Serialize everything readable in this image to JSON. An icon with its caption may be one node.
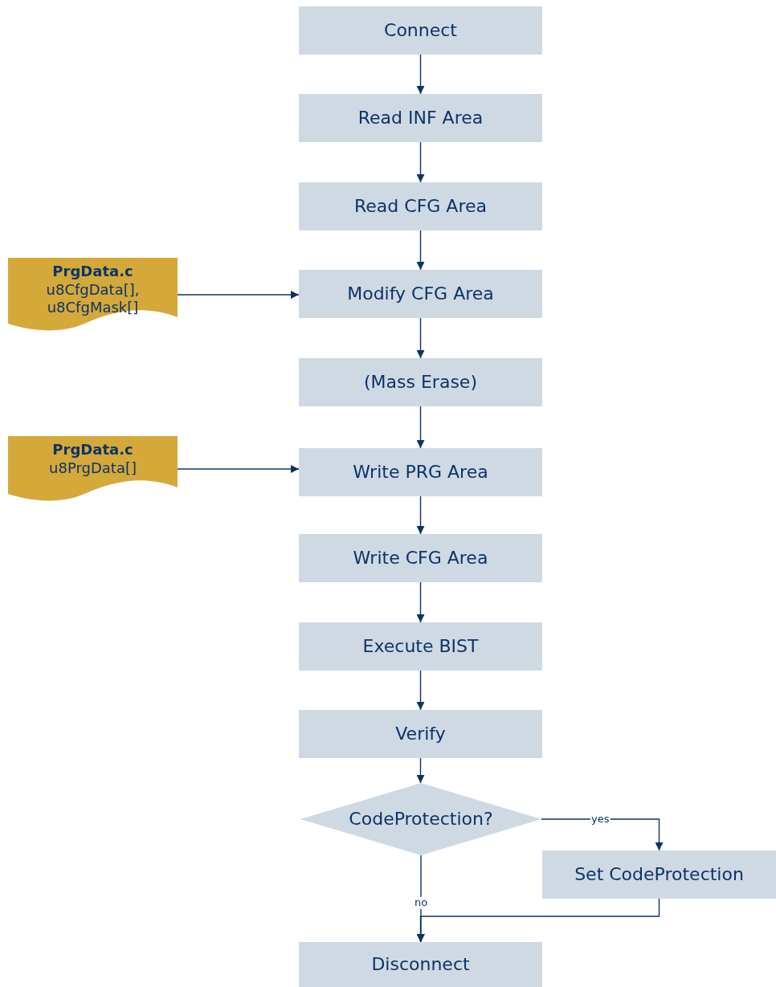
{
  "diagram": {
    "nodes": [
      {
        "text": [
          "Connect"
        ]
      },
      {
        "text": [
          "Read INF Area"
        ]
      },
      {
        "text": [
          "Read CFG Area"
        ]
      },
      {
        "text": [
          "PrgData.c",
          "u8CfgData[], u8CfgMask[]"
        ]
      },
      {
        "text": [
          "Modify CFG Area"
        ]
      },
      {
        "text": [
          "(Mass Erase)"
        ]
      },
      {
        "text": [
          "PrgData.c",
          "u8PrgData[]"
        ]
      },
      {
        "text": [
          "Write PRG Area"
        ]
      },
      {
        "text": [
          "Write CFG Area"
        ]
      },
      {
        "text": [
          "Execute BIST"
        ]
      },
      {
        "text": [
          "Verify"
        ]
      },
      {
        "text": [
          "CodeProtection?"
        ]
      },
      {
        "text": [
          "Set CodeProtection"
        ]
      },
      {
        "text": [
          "Disconnect"
        ]
      }
    ],
    "edges": [
      {
        "from": 0,
        "to": 1,
        "arrow": "to"
      },
      {
        "from": 1,
        "to": 2,
        "arrow": "to"
      },
      {
        "from": 2,
        "to": 4,
        "arrow": "to"
      },
      {
        "from": 3,
        "to": 4,
        "arrow": "to"
      },
      {
        "from": 4,
        "to": 5,
        "arrow": "to"
      },
      {
        "from": 5,
        "to": 7,
        "arrow": "to"
      },
      {
        "from": 6,
        "to": 7,
        "arrow": "to"
      },
      {
        "from": 7,
        "to": 8,
        "arrow": "to"
      },
      {
        "from": 8,
        "to": 9,
        "arrow": "to"
      },
      {
        "from": 9,
        "to": 10,
        "arrow": "to"
      },
      {
        "from": 10,
        "to": 11,
        "arrow": "to"
      },
      {
        "from": 11,
        "to": 12,
        "label": "yes",
        "arrow": "to"
      },
      {
        "from": 11,
        "to": 13,
        "label": "no",
        "arrow": "to"
      },
      {
        "from": 12,
        "to": 13,
        "arrow": "to"
      }
    ]
  }
}
